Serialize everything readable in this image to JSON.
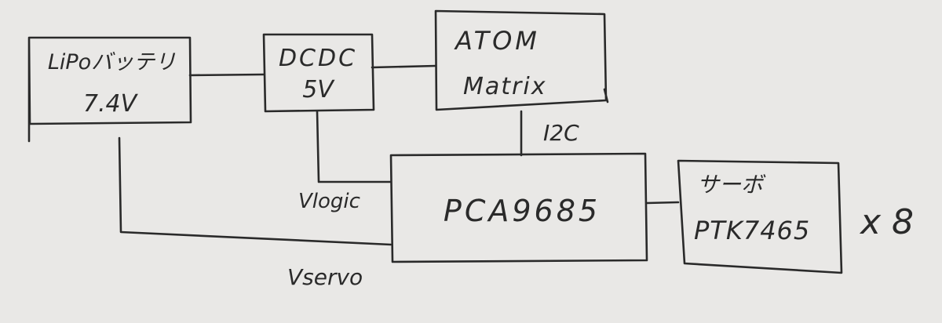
{
  "diagram": {
    "blocks": {
      "battery": {
        "line1": "LiPoバッテリ",
        "line2": "7.4V"
      },
      "dcdc": {
        "line1": "DCDC",
        "line2": "5V"
      },
      "atom": {
        "line1": "ATOM",
        "line2": "Matrix"
      },
      "pca": {
        "line1": "PCA9685"
      },
      "servo": {
        "line1": "サーボ",
        "line2": "PTK7465"
      }
    },
    "labels": {
      "i2c": "I2C",
      "vlogic": "Vlogic",
      "vservo": "Vservo",
      "multiplier": "x 8"
    }
  }
}
